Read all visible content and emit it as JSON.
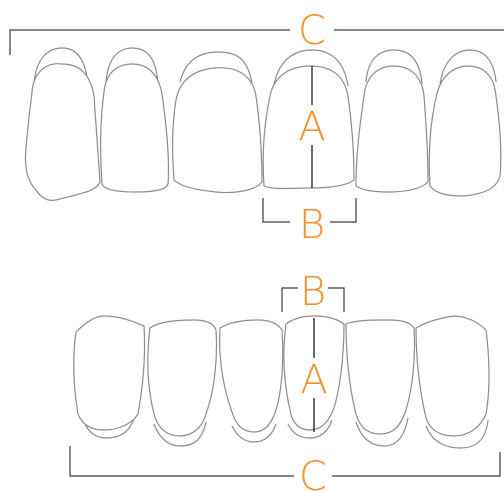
{
  "labels": {
    "width": "B",
    "length": "A",
    "arch_span": "C"
  },
  "colors": {
    "label": "#f0922e",
    "outline": "#8c8c8c",
    "dimension_line": "#3a3a3a"
  }
}
